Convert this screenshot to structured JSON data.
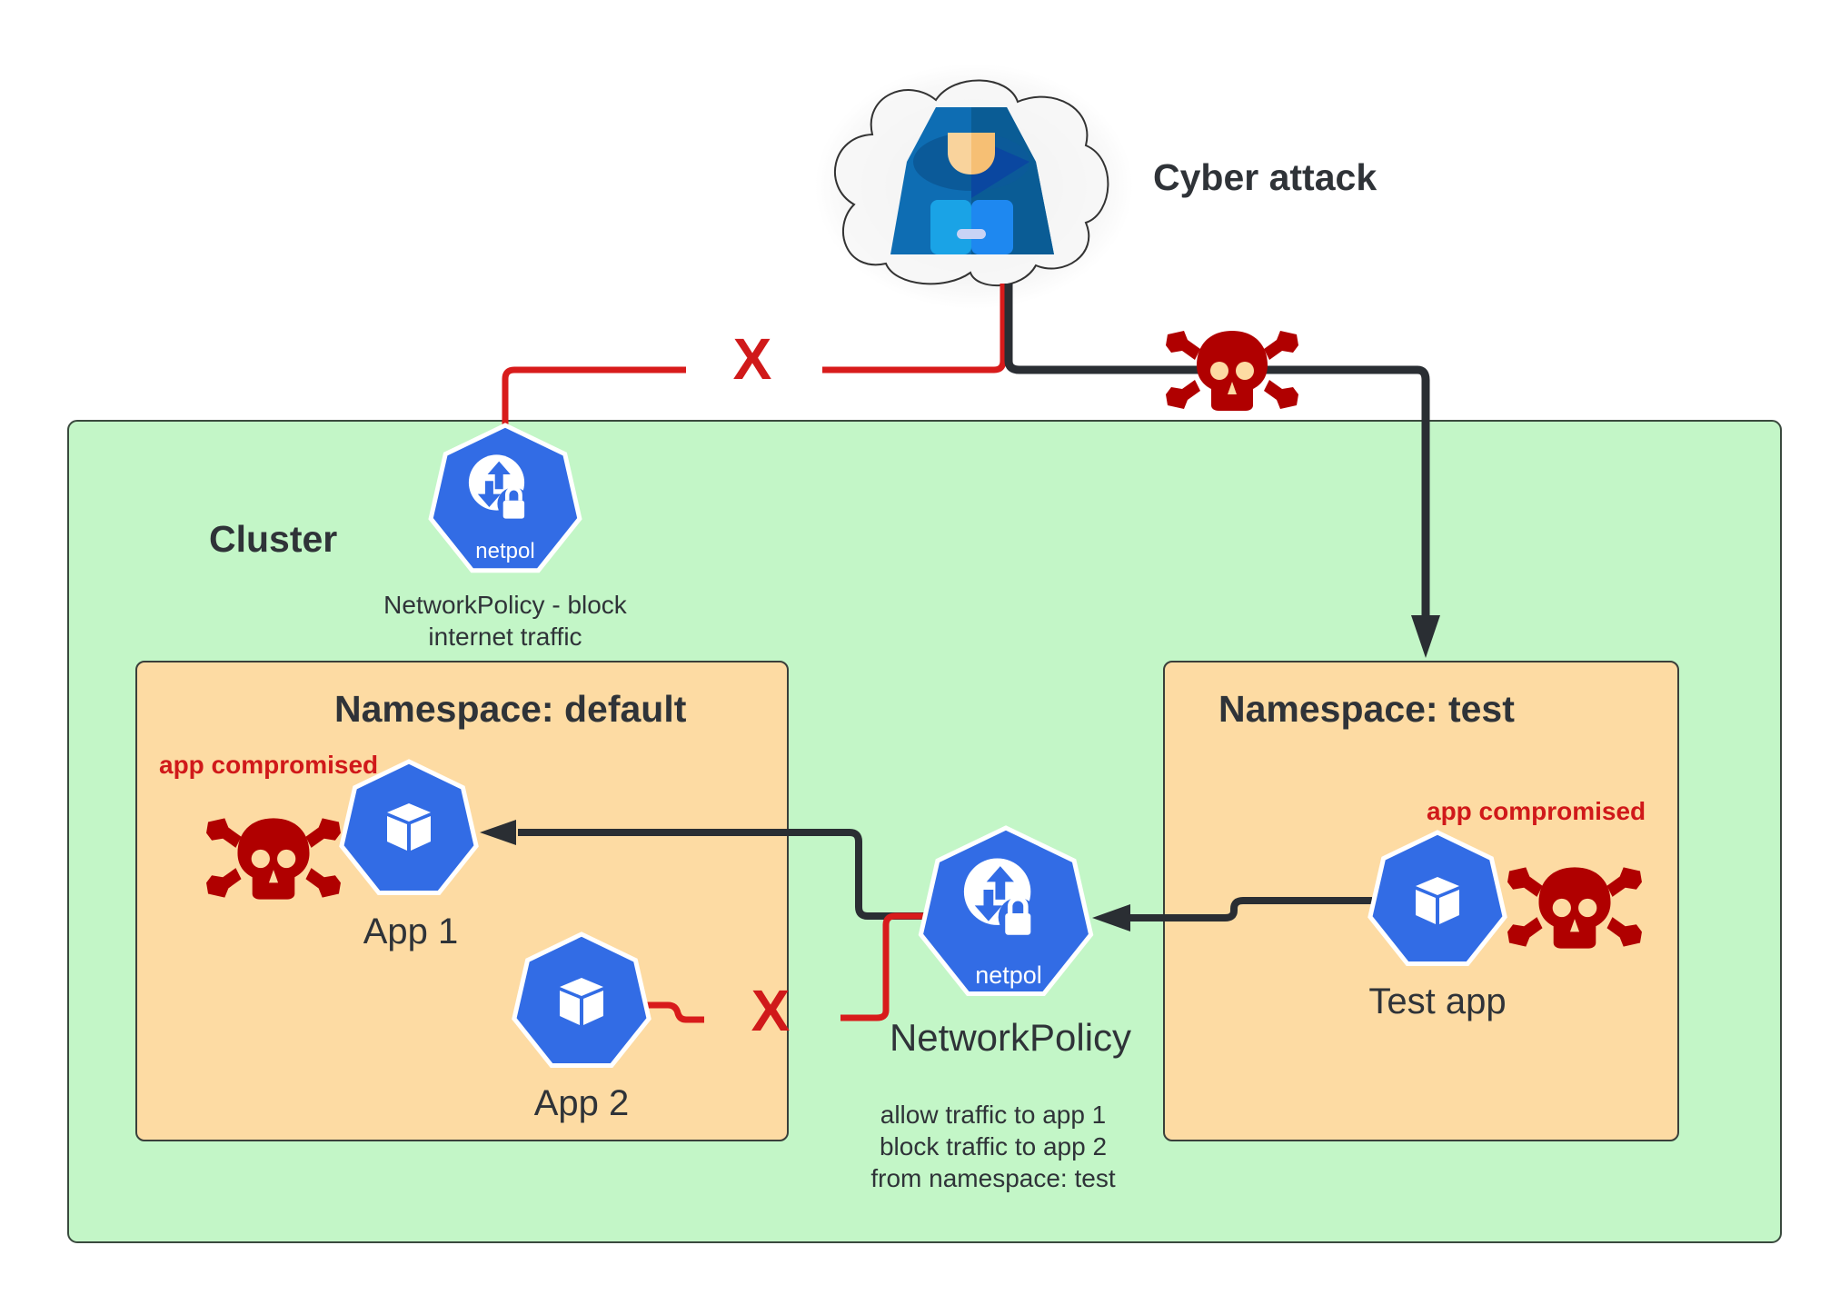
{
  "diagram": {
    "attacker": {
      "label": "Cyber attack",
      "icon": "hooded-hacker-icon"
    },
    "cluster": {
      "label": "Cluster",
      "fill": "#c3f6c7",
      "internet_policy": {
        "badge_text": "netpol",
        "caption_line1": "NetworkPolicy - block",
        "caption_line2": "internet traffic"
      }
    },
    "namespaces": [
      {
        "label": "Namespace: default",
        "fill": "#fddba3",
        "apps": [
          {
            "label": "App 1",
            "status": "app compromised",
            "icon": "kubernetes-pod-icon"
          },
          {
            "label": "App 2",
            "icon": "kubernetes-pod-icon"
          }
        ]
      },
      {
        "label": "Namespace: test",
        "fill": "#fddba3",
        "apps": [
          {
            "label": "Test app",
            "status": "app compromised",
            "icon": "kubernetes-pod-icon"
          }
        ]
      }
    ],
    "network_policy": {
      "badge_text": "netpol",
      "label": "NetworkPolicy",
      "rule_line1": "allow traffic to app 1",
      "rule_line2": "block traffic to app 2",
      "rule_line3": "from namespace: test"
    },
    "blocked_marker": "X",
    "colors": {
      "k8s_blue": "#326ce5",
      "blocked_red": "#d81b1b",
      "skull_red": "#b00000",
      "arrow_dark": "#2a2e33"
    }
  }
}
